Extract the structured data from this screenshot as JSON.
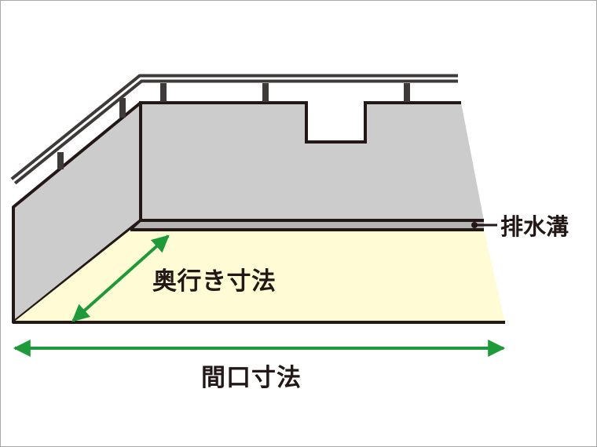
{
  "diagram": {
    "labels": {
      "depth": "奥行き寸法",
      "width": "間口寸法",
      "drain": "排水溝"
    },
    "colors": {
      "outline": "#231815",
      "wall": "#cccccc",
      "floor": "#fffbd4",
      "gutter": "#b5b5b5",
      "railing_dark": "#3e3a39",
      "railing_light": "#ffffff",
      "arrow": "#1f9a3a",
      "frame": "#a8a8a8"
    },
    "icons": {
      "dimension_arrows": "double-headed-arrow",
      "drain_pointer": "leader-line-dot"
    }
  }
}
